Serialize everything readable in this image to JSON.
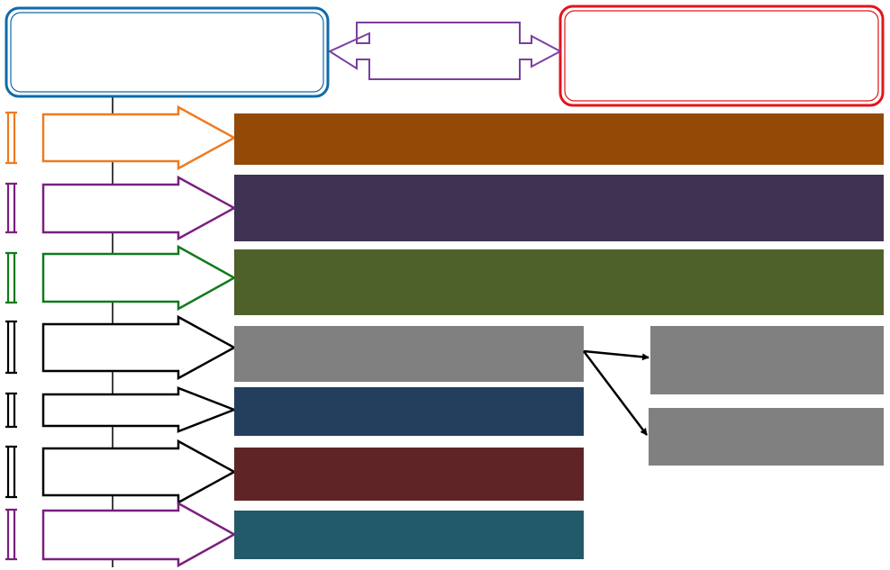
{
  "diagram": {
    "title": "",
    "colors": {
      "top_left_box": "#0f6aa8",
      "top_right_box": "#e0161c",
      "connector_arrow": "#7a3fa0",
      "bar_brown": "#944a07",
      "bar_purple": "#3f3252",
      "bar_green": "#4f612b",
      "bar_gray": "#808080",
      "bar_navy": "#243f5e",
      "bar_maroon": "#5e2426",
      "bar_teal": "#225a6a",
      "arrow_orange": "#f07a1e",
      "arrow_purple": "#7a1f7f",
      "arrow_green": "#117a1c",
      "arrow_black": "#000000"
    },
    "rows": [
      {
        "name": "row-1",
        "arrow_color": "#f07a1e",
        "bar_color": "#944a07",
        "bar_text": ""
      },
      {
        "name": "row-2",
        "arrow_color": "#7a1f7f",
        "bar_color": "#3f3252",
        "bar_text": ""
      },
      {
        "name": "row-3",
        "arrow_color": "#117a1c",
        "bar_color": "#4f612b",
        "bar_text": ""
      },
      {
        "name": "row-4",
        "arrow_color": "#000000",
        "bar_color": "#808080",
        "bar_text": ""
      },
      {
        "name": "row-5",
        "arrow_color": "#000000",
        "bar_color": "#243f5e",
        "bar_text": ""
      },
      {
        "name": "row-6",
        "arrow_color": "#000000",
        "bar_color": "#5e2426",
        "bar_text": ""
      },
      {
        "name": "row-7",
        "arrow_color": "#7a1f7f",
        "bar_color": "#225a6a",
        "bar_text": ""
      }
    ],
    "side_boxes": [
      {
        "name": "side-box-top",
        "color": "#808080",
        "text": ""
      },
      {
        "name": "side-box-bottom",
        "color": "#808080",
        "text": ""
      }
    ]
  }
}
